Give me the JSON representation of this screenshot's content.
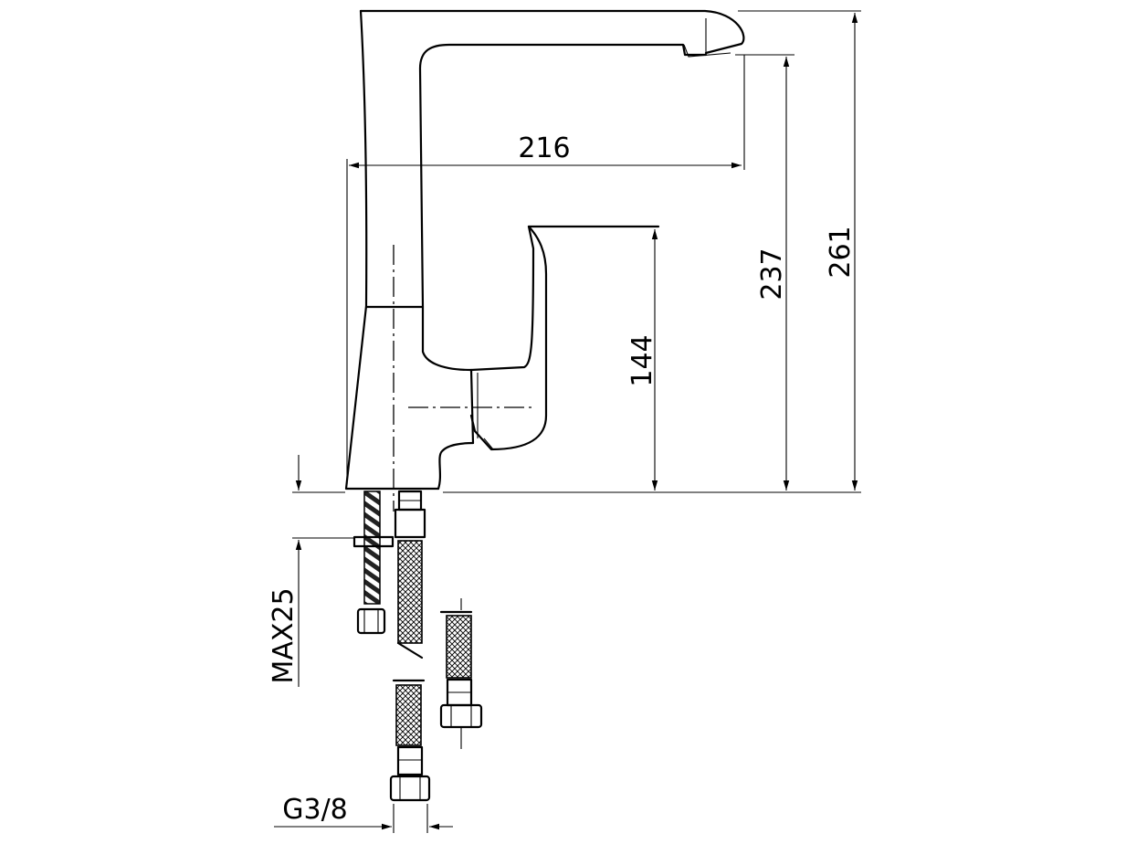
{
  "drawing": {
    "dimensions": {
      "spout_reach": "216",
      "spout_height": "237",
      "total_height": "261",
      "lever_height": "144",
      "max_mount_thickness": "MAX25",
      "thread": "G3/8"
    }
  }
}
